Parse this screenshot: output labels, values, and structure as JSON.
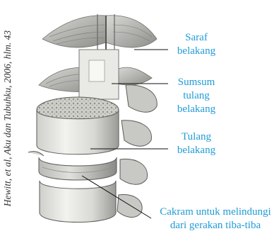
{
  "credit": "Hewitt, et al, Aku dan Tubuhku, 2006, hlm. 43",
  "labels": {
    "saraf": [
      "Saraf",
      "belakang"
    ],
    "sumsum": [
      "Sumsum",
      "tulang",
      "belakang"
    ],
    "tulang": [
      "Tulang",
      "belakang"
    ],
    "cakram": [
      "Cakram untuk melindungi",
      "dari gerakan tiba-tiba"
    ]
  },
  "colors": {
    "label": "#1f9bd5",
    "leader_line": "#111111",
    "bone": "#e6e6e2",
    "bone_shadow": "#8e8e8a",
    "nerve": "#b8b8b4"
  }
}
